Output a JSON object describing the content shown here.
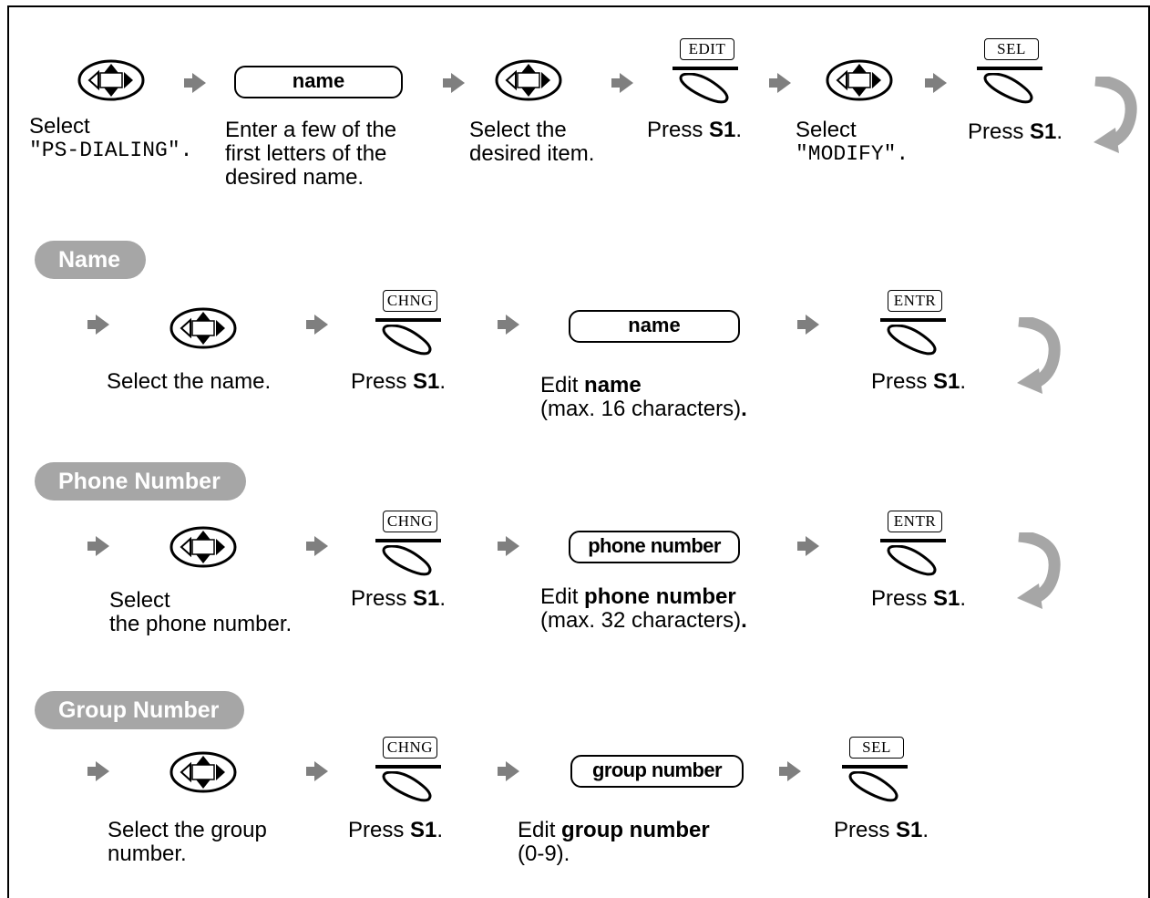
{
  "icons": {
    "nav": "navigator-key-icon",
    "arrow": "step-arrow-icon",
    "softkey": "soft-key-icon",
    "loop": "continue-arrow-icon"
  },
  "colors": {
    "pill": "#a6a6a6",
    "arrow": "#7f7f7f"
  },
  "top": {
    "s1_line1": "Select",
    "s1_line2": "\"PS-DIALING\".",
    "field": "name",
    "s2_line1": "Enter a few of the",
    "s2_line2": "first letters of the",
    "s2_line3": "desired name.",
    "s3_line1": "Select the",
    "s3_line2": "desired item.",
    "softkey1": "EDIT",
    "s4_press": "Press ",
    "s4_key": "S1",
    "s4_dot": ".",
    "s5_line1": "Select",
    "s5_line2": "\"MODIFY\".",
    "softkey2": "SEL",
    "s6_press": "Press ",
    "s6_key": "S1",
    "s6_dot": "."
  },
  "name_section": {
    "title": "Name",
    "s1": "Select the name.",
    "softkey1": "CHNG",
    "s2_press": "Press ",
    "s2_key": "S1",
    "s2_dot": ".",
    "field": "name",
    "s3_edit": "Edit ",
    "s3_bold": "name",
    "s3_line2": "(max. 16 characters)",
    "s3_dot": ".",
    "softkey2": "ENTR",
    "s4_press": "Press ",
    "s4_key": "S1",
    "s4_dot": "."
  },
  "phone_section": {
    "title": "Phone Number",
    "s1_line1": "Select",
    "s1_line2": "the phone number.",
    "softkey1": "CHNG",
    "s2_press": "Press ",
    "s2_key": "S1",
    "s2_dot": ".",
    "field": "phone number",
    "s3_edit": "Edit ",
    "s3_bold": "phone number",
    "s3_line2": "(max. 32 characters)",
    "s3_dot": ".",
    "softkey2": "ENTR",
    "s4_press": "Press ",
    "s4_key": "S1",
    "s4_dot": "."
  },
  "group_section": {
    "title": "Group Number",
    "s1_line1": "Select the group",
    "s1_line2": "number.",
    "softkey1": "CHNG",
    "s2_press": "Press ",
    "s2_key": "S1",
    "s2_dot": ".",
    "field": "group number",
    "s3_edit": "Edit ",
    "s3_bold": "group number",
    "s3_line2": "(0-9).",
    "softkey2": "SEL",
    "s4_press": "Press ",
    "s4_key": "S1",
    "s4_dot": "."
  }
}
